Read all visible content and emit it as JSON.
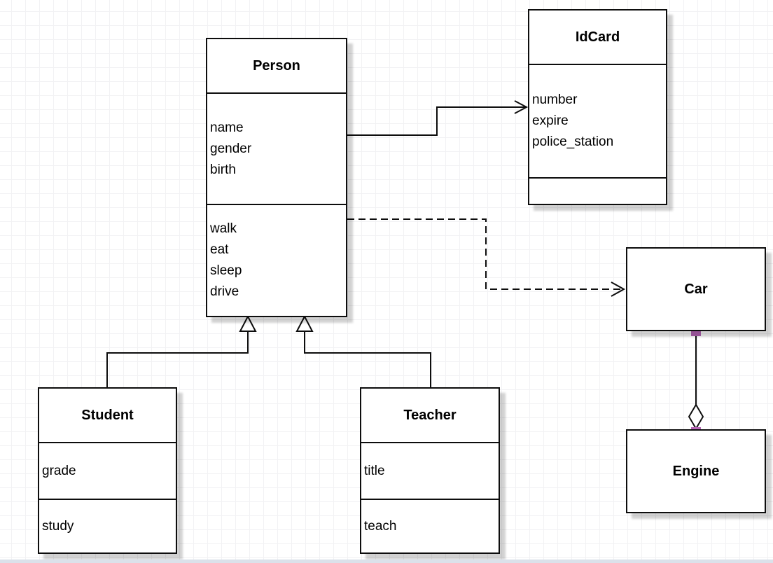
{
  "diagram_type": "UML class diagram",
  "classes": {
    "person": {
      "title": "Person",
      "attributes": [
        "name",
        "gender",
        "birth"
      ],
      "methods": [
        "walk",
        "eat",
        "sleep",
        "drive"
      ]
    },
    "idcard": {
      "title": "IdCard",
      "attributes": [
        "number",
        "expire",
        "police_station"
      ],
      "methods": []
    },
    "car": {
      "title": "Car",
      "attributes": [],
      "methods": []
    },
    "engine": {
      "title": "Engine",
      "attributes": [],
      "methods": []
    },
    "student": {
      "title": "Student",
      "attributes": [
        "grade"
      ],
      "methods": [
        "study"
      ]
    },
    "teacher": {
      "title": "Teacher",
      "attributes": [
        "title"
      ],
      "methods": [
        "teach"
      ]
    }
  },
  "relationships": [
    {
      "from": "Person",
      "to": "IdCard",
      "type": "association",
      "line": "solid",
      "arrow": "open"
    },
    {
      "from": "Person",
      "to": "Car",
      "type": "dependency",
      "line": "dashed",
      "arrow": "open"
    },
    {
      "from": "Student",
      "to": "Person",
      "type": "inheritance",
      "line": "solid",
      "arrow": "hollow-triangle"
    },
    {
      "from": "Teacher",
      "to": "Person",
      "type": "inheritance",
      "line": "solid",
      "arrow": "hollow-triangle"
    },
    {
      "from": "Car",
      "to": "Engine",
      "type": "aggregation",
      "line": "solid",
      "arrow": "hollow-diamond"
    }
  ],
  "colors": {
    "stroke": "#0d0d0d",
    "fill": "#ffffff",
    "grid": "#f2f2f4",
    "shadow": "#cccccc",
    "handle": "#b565b5",
    "bottom_edge": "#dbe1ea"
  }
}
